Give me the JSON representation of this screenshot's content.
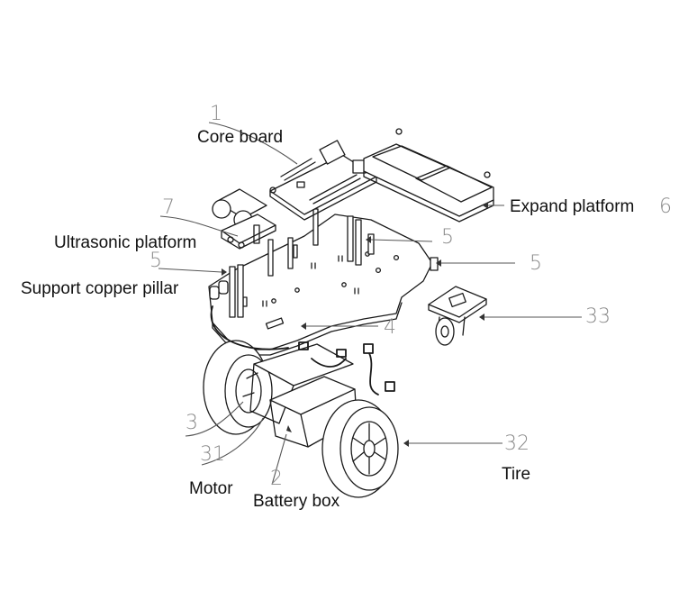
{
  "labels": {
    "core_board": "Core board",
    "expand_platform": "Expand platform",
    "ultrasonic_platform": "Ultrasonic platform",
    "support_copper_pillar": "Support copper pillar",
    "motor": "Motor",
    "battery_box": "Battery box",
    "tire": "Tire"
  },
  "numbers": {
    "n1": "1",
    "n6": "6",
    "n7": "7",
    "n5_top": "5",
    "n5_left": "5",
    "n5_right": "5",
    "n4": "4",
    "n33": "33",
    "n3": "3",
    "n31": "31",
    "n2": "2",
    "n32": "32"
  },
  "colors": {
    "line": "#1a1a1a",
    "leader": "#555555",
    "number": "#8a8a8a",
    "label": "#111111"
  }
}
